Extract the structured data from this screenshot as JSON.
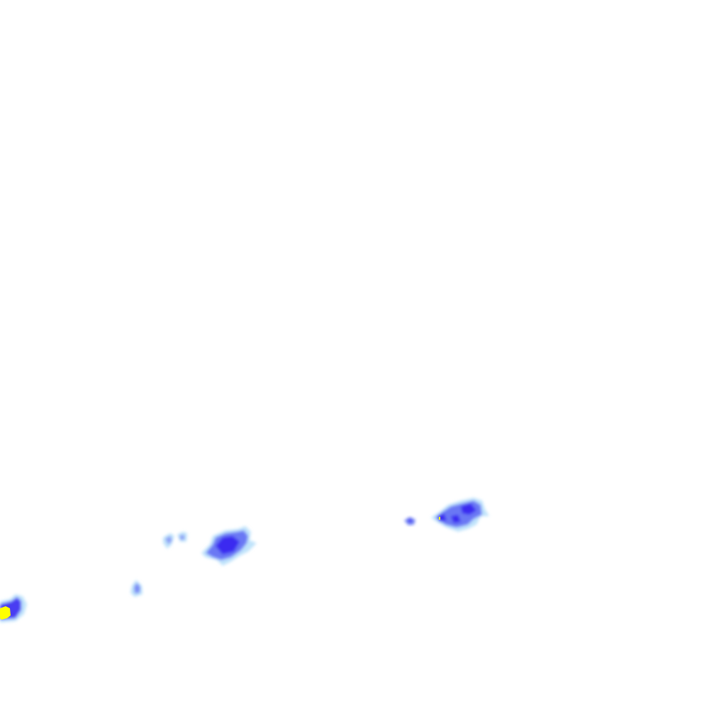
{
  "radar": {
    "type": "precipitation-radar-overlay",
    "colors": {
      "background": "#ffffff",
      "light": "#bfe3fb",
      "moderate": "#7a8cf5",
      "heavy": "#3a2cf0",
      "intense": "#ffff00"
    },
    "cells": [
      {
        "name": "cell-west-intense",
        "levels": [
          "light",
          "moderate",
          "heavy",
          "intense"
        ]
      },
      {
        "name": "cell-small-west",
        "levels": [
          "light",
          "moderate"
        ]
      },
      {
        "name": "cell-pair-north",
        "levels": [
          "light",
          "moderate"
        ]
      },
      {
        "name": "cell-central",
        "levels": [
          "light",
          "moderate",
          "heavy"
        ]
      },
      {
        "name": "cell-small-east",
        "levels": [
          "moderate",
          "heavy"
        ]
      },
      {
        "name": "cell-east",
        "levels": [
          "light",
          "moderate",
          "heavy"
        ]
      }
    ]
  }
}
